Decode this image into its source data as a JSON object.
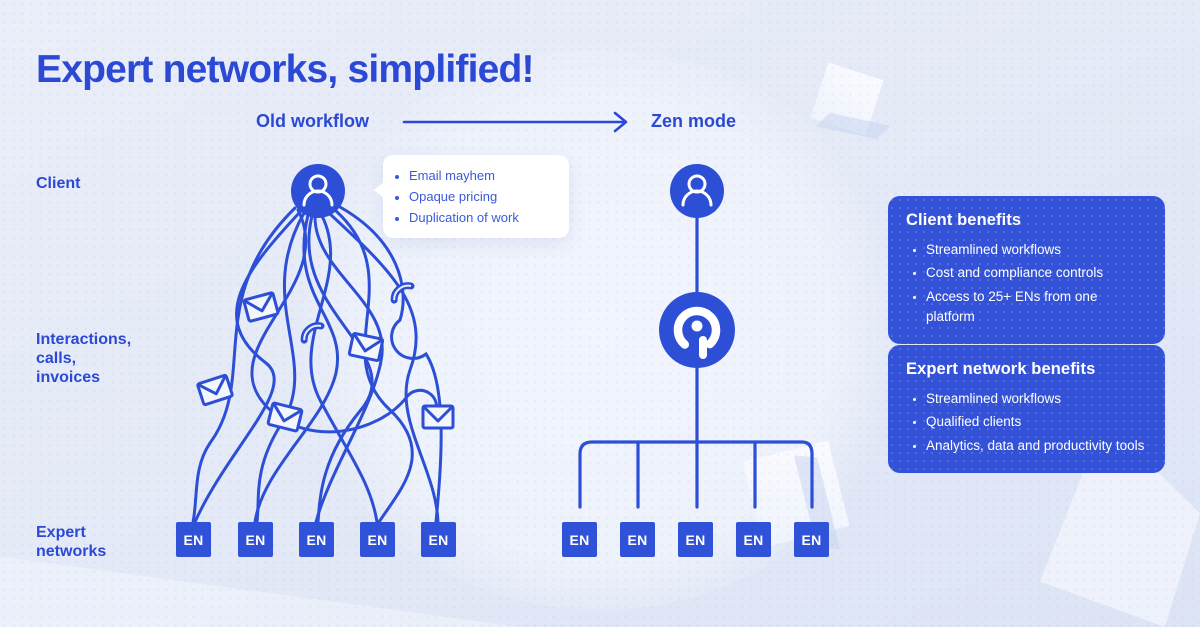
{
  "title": "Expert networks, simplified!",
  "columns": {
    "old": {
      "label": "Old workflow"
    },
    "zen": {
      "label": "Zen mode"
    }
  },
  "row_labels": {
    "client": "Client",
    "interactions_lines": [
      "Interactions,",
      "calls,",
      "invoices"
    ],
    "expert_lines": [
      "Expert",
      "networks"
    ]
  },
  "callout": {
    "items": [
      "Email mayhem",
      "Opaque pricing",
      "Duplication of work"
    ]
  },
  "old_workflow": {
    "en_boxes": [
      "EN",
      "EN",
      "EN",
      "EN",
      "EN"
    ]
  },
  "zen_mode": {
    "en_boxes": [
      "EN",
      "EN",
      "EN",
      "EN",
      "EN"
    ]
  },
  "panels": [
    {
      "title": "Client benefits",
      "items": [
        "Streamlined workflows",
        "Cost and compliance controls",
        "Access to 25+ ENs from one platform"
      ]
    },
    {
      "title": "Expert network benefits",
      "items": [
        "Streamlined workflows",
        "Qualified clients",
        "Analytics, data and productivity tools"
      ]
    }
  ],
  "icons": {
    "client": "person-icon",
    "platform": "zen-platform-logo-icon",
    "message": "envelope-icon",
    "call": "phone-icon",
    "flow": "arrow-right-icon"
  },
  "colors": {
    "accent_blue": "#2b49d5",
    "line_blue": "#2d4fd6",
    "panel_blue": "#3352d8",
    "box_blue": "#2f52d8",
    "background": "#e7ecf8",
    "callout_text": "#3a5ad8"
  }
}
